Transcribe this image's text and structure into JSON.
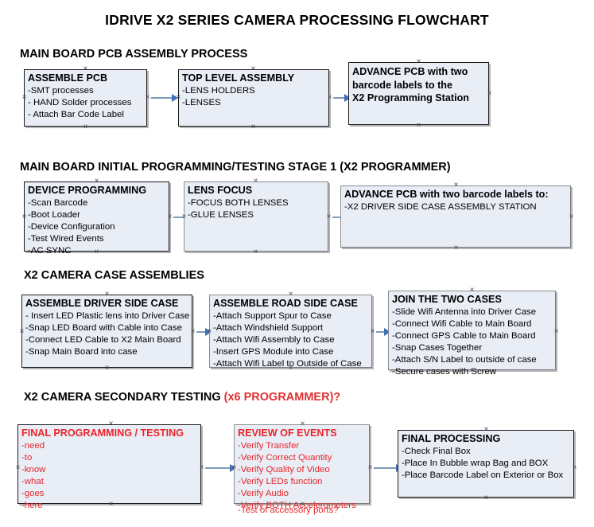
{
  "document": {
    "title": "IDRIVE X2  SERIES CAMERA PROCESSING FLOWCHART"
  },
  "sections": [
    {
      "id": "main-board-pcb-assembly-process",
      "header": "MAIN BOARD PCB ASSEMBLY PROCESS",
      "header_red": "",
      "boxes": [
        {
          "id": "assemble-pcb",
          "title": "ASSEMBLE PCB",
          "lines": [
            "-SMT processes",
            "- HAND Solder processes",
            "- Attach Bar Code Label"
          ]
        },
        {
          "id": "top-level-assembly",
          "title": "TOP LEVEL ASSEMBLY",
          "lines": [
            "-LENS HOLDERS",
            "-LENSES"
          ]
        },
        {
          "id": "advance-pcb-to-x2-programming-station",
          "title": "ADVANCE PCB with two barcode labels to the  X2 Programming Station",
          "title_lines": [
            "ADVANCE PCB with two",
            "barcode labels to the",
            " X2 Programming Station"
          ],
          "lines": []
        }
      ]
    },
    {
      "id": "main-board-initial-programming",
      "header": "MAIN BOARD INITIAL PROGRAMMING/TESTING STAGE 1 (X2 PROGRAMMER)",
      "header_red": "",
      "boxes": [
        {
          "id": "device-programming",
          "title": "DEVICE PROGRAMMING",
          "lines": [
            "-Scan Barcode",
            "-Boot Loader",
            "-Device Configuration",
            "-Test Wired Events",
            "-AC SYNC"
          ]
        },
        {
          "id": "lens-focus",
          "title": "LENS FOCUS",
          "lines": [
            "-FOCUS BOTH LENSES",
            "-GLUE LENSES"
          ]
        },
        {
          "id": "advance-pcb-to-driver-side-case-assembly",
          "title": "ADVANCE PCB with two barcode labels to:",
          "lines": [
            "-X2 DRIVER  SIDE  CASE  ASSEMBLY STATION"
          ]
        }
      ]
    },
    {
      "id": "x2-camera-case-assemblies",
      "header": "X2 CAMERA CASE ASSEMBLIES",
      "header_red": "",
      "boxes": [
        {
          "id": "assemble-driver-side-case",
          "title": "ASSEMBLE DRIVER SIDE CASE",
          "lines": [
            "- Insert LED Plastic lens into Driver Case",
            "-Snap LED Board with Cable into Case",
            "-Connect LED Cable to X2 Main Board",
            "-Snap Main Board into case"
          ]
        },
        {
          "id": "assemble-road-side-case",
          "title": "ASSEMBLE ROAD SIDE CASE",
          "lines": [
            "-Attach Support Spur to Case",
            "-Attach Windshield Support",
            "-Attach Wifi Assembly to Case",
            "-Insert GPS Module into Case",
            "-Attach Wifi Label to Outside of Case"
          ]
        },
        {
          "id": "join-the-two-cases",
          "title": "JOIN THE TWO CASES",
          "lines": [
            "-Slide Wifi Antenna into Driver Case",
            "-Connect Wifi Cable to Main Board",
            "-Connect GPS Cable to Main Board",
            "-Snap Cases Together",
            "-Attach S/N Label to outside of case",
            "-Secure cases with Screw"
          ]
        }
      ]
    },
    {
      "id": "x2-camera-secondary-testing",
      "header": "X2 CAMERA SECONDARY TESTING ",
      "header_red": "(x6 PROGRAMMER)?",
      "boxes": [
        {
          "id": "final-programming-testing",
          "title": "FINAL PROGRAMMING / TESTING",
          "lines": [
            "-need",
            "-to",
            "-know",
            "-what",
            "-goes",
            "-here"
          ]
        },
        {
          "id": "review-of-events",
          "title": "REVIEW OF EVENTS",
          "lines": [
            "-Verify Transfer",
            "-Verify Correct Quantity",
            "-Verify Quality of Video",
            "-Verify LEDs function",
            "-Verify Audio",
            "-Verify BOTH Accelerometers"
          ],
          "overflow_line": "-Test of accessory ports?"
        },
        {
          "id": "final-processing",
          "title": "FINAL PROCESSING",
          "lines": [
            "-Check Final Box",
            "-Place In Bubble wrap Bag and BOX",
            "-Place Barcode Label on Exterior or Box"
          ]
        }
      ]
    }
  ],
  "colors": {
    "box_fill": "#e8edf6",
    "box_border": "#1a1a1a",
    "connector": "#7d9cb8",
    "arrowhead": "#3f6fb5",
    "red_text": "#e8262b",
    "header_red": "#e03030"
  }
}
